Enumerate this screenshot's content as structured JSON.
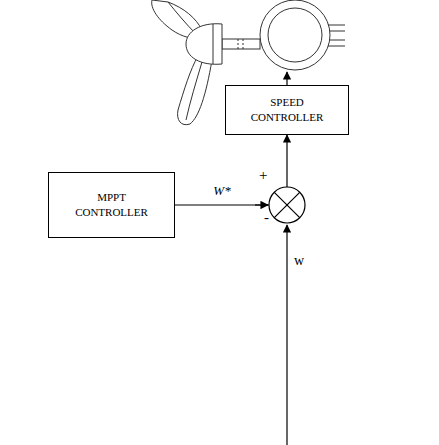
{
  "diagram": {
    "nodes": [
      {
        "text": [
          "SPEED CONTROLLER"
        ]
      },
      {
        "text": [
          "MPPT CONTROLLER"
        ]
      }
    ],
    "edges": [
      {
        "from": 1,
        "to": 0,
        "arrow": "to",
        "label": "W*"
      }
    ],
    "labels": [
      "+",
      "-",
      "w"
    ]
  }
}
